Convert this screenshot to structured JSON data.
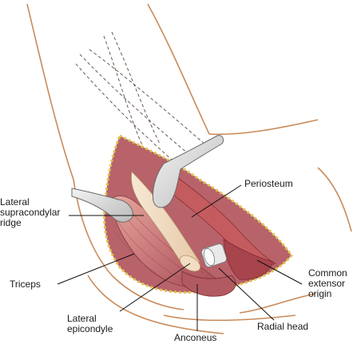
{
  "labels": {
    "lateral_supracondylar_ridge": [
      "Lateral",
      "supracondylar",
      "ridge"
    ],
    "periosteum": "Periosteum",
    "triceps": "Triceps",
    "common_extensor_origin": [
      "Common",
      "extensor",
      "origin"
    ],
    "lateral_epicondyle": [
      "Lateral",
      "epicondyle"
    ],
    "radial_head": "Radial head",
    "anconeus": "Anconeus"
  },
  "colors": {
    "skin_outline": "#c98a5a",
    "incision_edge": "#e0c24a",
    "muscle": "#c9787a",
    "muscle_dark": "#9e3e43",
    "bone": "#f1dcc3",
    "retractor": "#dcdcdc",
    "leader": "#111111"
  }
}
